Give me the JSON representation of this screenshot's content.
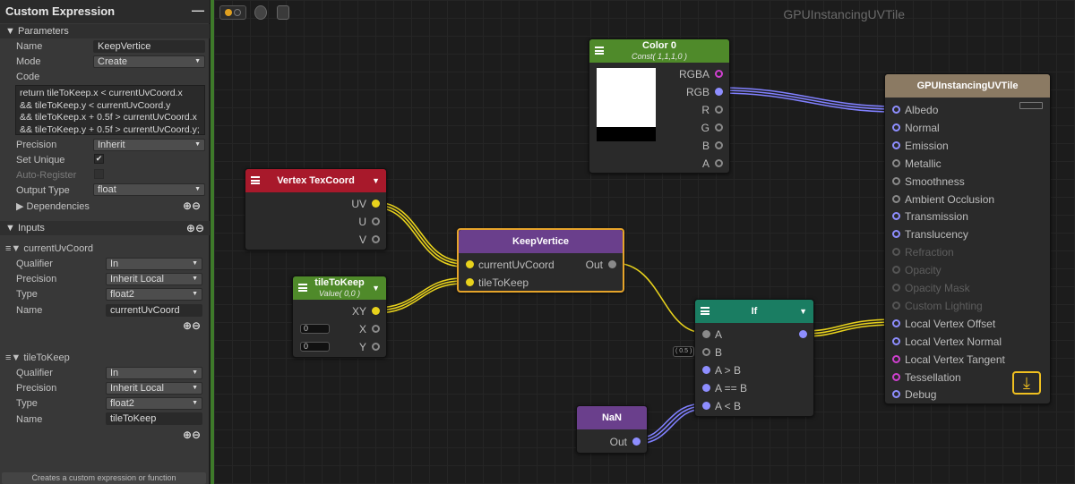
{
  "panel": {
    "title": "Custom Expression",
    "minimize": "—",
    "parameters_header": "Parameters",
    "name_label": "Name",
    "name_value": "KeepVertice",
    "mode_label": "Mode",
    "mode_value": "Create",
    "code_label": "Code",
    "code_text": "return tileToKeep.x < currentUvCoord.x\n&& tileToKeep.y < currentUvCoord.y\n&& tileToKeep.x + 0.5f > currentUvCoord.x\n&& tileToKeep.y + 0.5f > currentUvCoord.y;",
    "precision_label": "Precision",
    "precision_value": "Inherit",
    "set_unique_label": "Set Unique",
    "set_unique_check": "✔",
    "auto_register_label": "Auto-Register",
    "output_type_label": "Output Type",
    "output_type_value": "float",
    "dependencies_label": "Dependencies",
    "inputs_header": "Inputs",
    "inputs": [
      {
        "name": "currentUvCoord",
        "qualifier_label": "Qualifier",
        "qualifier": "In",
        "precision_label": "Precision",
        "precision": "Inherit Local",
        "type_label": "Type",
        "type": "float2",
        "name_label": "Name",
        "name_value": "currentUvCoord"
      },
      {
        "name": "tileToKeep",
        "qualifier_label": "Qualifier",
        "qualifier": "In",
        "precision_label": "Precision",
        "precision": "Inherit Local",
        "type_label": "Type",
        "type": "float2",
        "name_label": "Name",
        "name_value": "tileToKeep"
      }
    ],
    "status": "Creates a custom expression or function"
  },
  "canvas": {
    "title": "GPUInstancingUVTile"
  },
  "nodes": {
    "color0": {
      "title": "Color 0",
      "subtitle": "Const( 1,1,1,0 )",
      "ports": [
        "RGBA",
        "RGB",
        "R",
        "G",
        "B",
        "A"
      ],
      "color": "#4f8a2a",
      "swatch": "#ffffff"
    },
    "vtx": {
      "title": "Vertex TexCoord",
      "ports": [
        "UV",
        "U",
        "V"
      ],
      "color": "#a8192b"
    },
    "tile": {
      "title": "tileToKeep",
      "subtitle": "Value( 0,0 )",
      "ports": [
        "XY",
        "X",
        "Y"
      ],
      "x_value": "0",
      "y_value": "0",
      "color": "#4f8a2a"
    },
    "keep": {
      "title": "KeepVertice",
      "inputs": [
        "currentUvCoord",
        "tileToKeep"
      ],
      "output": "Out",
      "color": "#6a3f8c",
      "accent": "#e6a42a"
    },
    "if": {
      "title": "If",
      "ports": [
        "A",
        "B",
        "A > B",
        "A == B",
        "A < B"
      ],
      "b_value": "( 0.5 )",
      "color": "#1a7d62"
    },
    "nan": {
      "title": "NaN",
      "output": "Out",
      "color": "#6a3f8c"
    },
    "master": {
      "title": "GPUInstancingUVTile",
      "ports": [
        "Albedo",
        "Normal",
        "Emission",
        "Metallic",
        "Smoothness",
        "Ambient Occlusion",
        "Transmission",
        "Translucency",
        "Refraction",
        "Opacity",
        "Opacity Mask",
        "Custom Lighting",
        "Local Vertex Offset",
        "Local Vertex Normal",
        "Local Vertex Tangent",
        "Tessellation",
        "Debug"
      ],
      "color": "#8b7a63"
    }
  },
  "colors": {
    "wire_yellow": "#e8d21c",
    "wire_blue": "#8080ff",
    "port_pink": "#d040d0",
    "port_purple": "#8e8eff",
    "port_gray": "#8a8a8a"
  }
}
